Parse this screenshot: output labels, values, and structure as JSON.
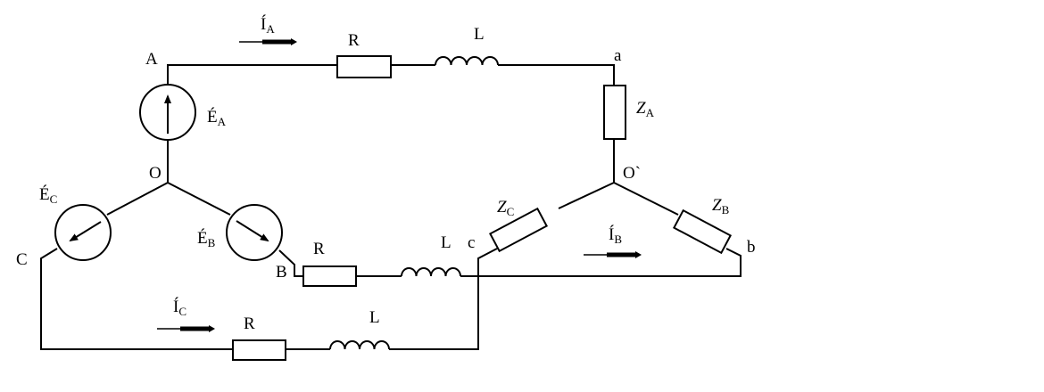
{
  "nodes": {
    "A": "A",
    "O": "O",
    "C": "C",
    "B": "B",
    "a": "a",
    "b": "b",
    "c": "c",
    "O_prime": "O`"
  },
  "sources": {
    "EA": {
      "main": "É",
      "sub": "A"
    },
    "EB": {
      "main": "É",
      "sub": "B"
    },
    "EC": {
      "main": "É",
      "sub": "C"
    }
  },
  "currents": {
    "IA": {
      "main": "Í",
      "sub": "A"
    },
    "IB": {
      "main": "Í",
      "sub": "B"
    },
    "IC": {
      "main": "Í",
      "sub": "C"
    }
  },
  "line_components": {
    "R": "R",
    "L": "L"
  },
  "load": {
    "ZA": {
      "main": "Z",
      "sub": "A"
    },
    "ZB": {
      "main": "Z",
      "sub": "B"
    },
    "ZC": {
      "main": "Z",
      "sub": "C"
    }
  }
}
